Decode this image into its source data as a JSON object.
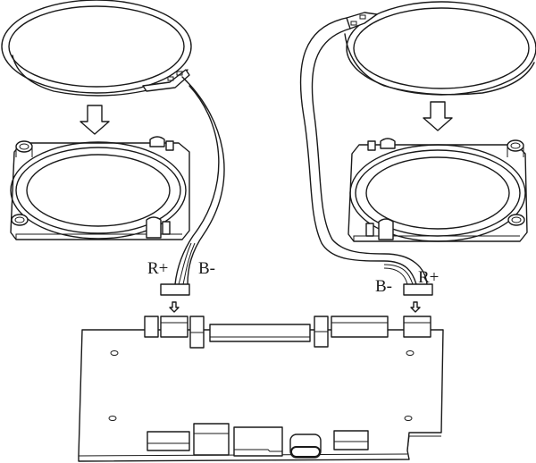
{
  "diagram": {
    "type": "assembly-diagram",
    "line_color": "#1a1a1a",
    "background": "#ffffff",
    "left_assembly": {
      "coil_ring": "antenna-coil-ring",
      "frame": "coil-mounting-frame",
      "arrow": "insert-arrow-down",
      "labels": {
        "positive": "R+",
        "negative": "B-"
      },
      "connector": "cable-connector-plug"
    },
    "right_assembly": {
      "coil_ring": "antenna-coil-ring",
      "frame": "coil-mounting-frame",
      "arrow": "insert-arrow-down",
      "labels": {
        "positive": "R+",
        "negative": "B-"
      },
      "connector": "cable-connector-plug"
    },
    "board": {
      "name": "circuit-board",
      "top_connectors": 7,
      "bottom_components": 5,
      "mounting_holes": 4
    }
  }
}
